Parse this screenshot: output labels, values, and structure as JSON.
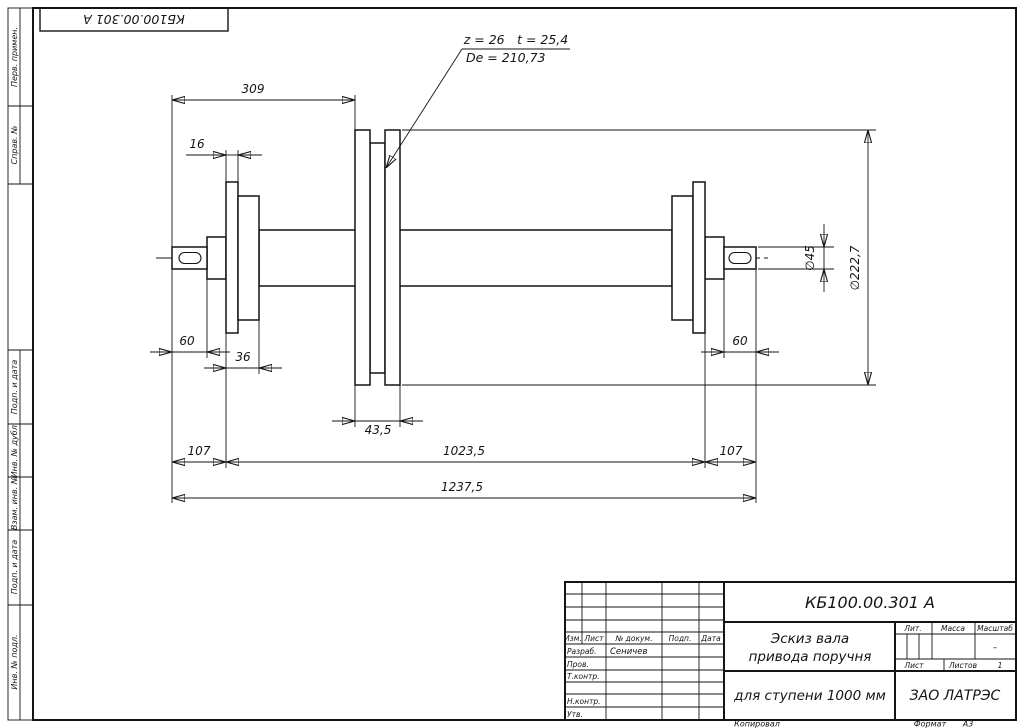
{
  "frame": {
    "doc_number_top": "КБ100.00.301 А",
    "copied": "Копировал",
    "format_label": "Формат",
    "format_value": "А3",
    "stamps": [
      {
        "label": "Перв. примен."
      },
      {
        "label": "Справ. №"
      },
      {
        "label": "Подп. и дата"
      },
      {
        "label": "Инв. № дубл."
      },
      {
        "label": "Взам. инв. №"
      },
      {
        "label": "Подп. и дата"
      },
      {
        "label": "Инв. № подл."
      }
    ]
  },
  "drawing": {
    "note": {
      "line1": "z = 26 t = 25,4",
      "line2": "De = 210,73"
    },
    "dims": {
      "len_309": "309",
      "width_16": "16",
      "len_60_left": "60",
      "width_36": "36",
      "width_43_5": "43,5",
      "len_60_right": "60",
      "len_107_left": "107",
      "len_1023_5": "1023,5",
      "len_107_right": "107",
      "len_1237_5": "1237,5",
      "dia_45": "∅45",
      "dia_222_7": "∅222,7"
    }
  },
  "title_block": {
    "doc_number": "КБ100.00.301 А",
    "col_izm": "Изм.",
    "col_list": "Лист",
    "col_ndoc": "№ докум.",
    "col_podp": "Подп.",
    "col_data": "Дата",
    "razrab_label": "Разраб.",
    "razrab_value": "Сеничев",
    "prov_label": "Пров.",
    "tkontr_label": "Т.контр.",
    "nkontr_label": "Н.контр.",
    "utv_label": "Утв.",
    "title_line1": "Эскиз вала",
    "title_line2": "привода поручня",
    "subtitle": "для ступени 1000 мм",
    "company": "ЗАО ЛАТРЭС",
    "lit_label": "Лит.",
    "massa_label": "Масса",
    "masshtab_label": "Масштаб",
    "masshtab_value": "–",
    "list_label": "Лист",
    "listov_label": "Листов",
    "listov_value": "1"
  }
}
